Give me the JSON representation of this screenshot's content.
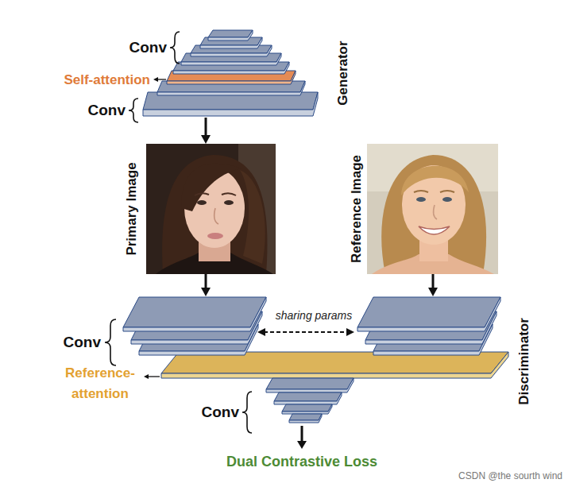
{
  "diagram": {
    "nodes": [
      {
        "text": [
          "Generator"
        ]
      },
      {
        "text": [
          "Primary Image"
        ]
      },
      {
        "text": [
          "Reference Image"
        ]
      },
      {
        "text": [
          "Discriminator"
        ]
      }
    ],
    "edges": [
      {
        "from": 0,
        "to": 1,
        "arrow": "to"
      },
      {
        "from": 1,
        "to": 3,
        "arrow": "to"
      },
      {
        "from": 2,
        "to": 3,
        "arrow": "to"
      }
    ],
    "labels": [
      "Conv",
      "Self-attention",
      "Conv",
      "sharing params",
      "Conv",
      "Reference- attention",
      "Conv",
      "Dual Contrastive Loss",
      "CSDN @the sourth wind"
    ]
  }
}
